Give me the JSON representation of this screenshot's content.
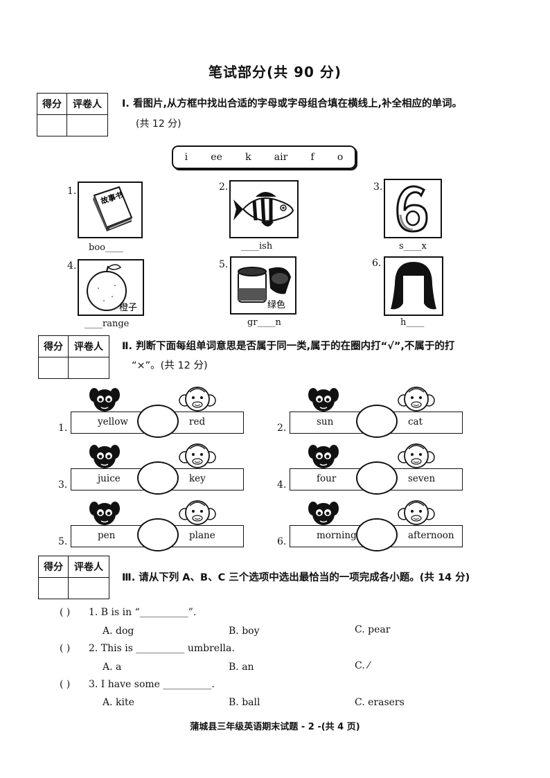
{
  "title": "笔试部分(共 90 分)",
  "score_box": {
    "col1": "得分",
    "col2": "评卷人"
  },
  "section1": {
    "instruction": "Ⅰ. 看图片,从方框中找出合适的字母或字母组合填在横线上,补全相应的单词。",
    "points": "(共 12 分)",
    "letters": [
      "i",
      "ee",
      "k",
      "air",
      "f",
      "o"
    ],
    "items": [
      {
        "num": "1.",
        "caption": "boo____",
        "picture_label": "故事书",
        "icon": "storybook-icon"
      },
      {
        "num": "2.",
        "caption": "____ish",
        "icon": "fish-icon"
      },
      {
        "num": "3.",
        "caption": "s____x",
        "icon": "number-six-icon"
      },
      {
        "num": "4.",
        "caption": "____range",
        "picture_label": "橙子",
        "icon": "orange-icon"
      },
      {
        "num": "5.",
        "caption": "gr____n",
        "picture_label": "绿色",
        "icon": "paint-jar-icon"
      },
      {
        "num": "6.",
        "caption": "h____",
        "icon": "hair-icon"
      }
    ]
  },
  "section2": {
    "instruction": "Ⅱ. 判断下面每组单词意思是否属于同一类,属于的在圈内打“√”,不属于的打",
    "instruction_line2": "“×”。(共 12 分)",
    "pairs": [
      {
        "num": "1.",
        "left": "yellow",
        "right": "red"
      },
      {
        "num": "2.",
        "left": "sun",
        "right": "cat"
      },
      {
        "num": "3.",
        "left": "juice",
        "right": "key"
      },
      {
        "num": "4.",
        "left": "four",
        "right": "seven"
      },
      {
        "num": "5.",
        "left": "pen",
        "right": "plane"
      },
      {
        "num": "6.",
        "left": "morning",
        "right": "afternoon"
      }
    ]
  },
  "section3": {
    "instruction": "Ⅲ. 请从下列 A、B、C 三个选项中选出最恰当的一项完成各小题。(共 14 分)",
    "questions": [
      {
        "bracket": "(        )",
        "stem": "1. B is in “__________”.",
        "a": "A. dog",
        "b": "B. boy",
        "c": "C. pear"
      },
      {
        "bracket": "(        )",
        "stem": "2. This is __________ umbrella.",
        "a": "A. a",
        "b": "B. an",
        "c": "C. ⁄"
      },
      {
        "bracket": "(        )",
        "stem": "3. I have some __________.",
        "a": "A. kite",
        "b": "B. ball",
        "c": "C. erasers"
      }
    ]
  },
  "footer": "蒲城县三年级英语期末试题 - 2 -(共 4 页)"
}
